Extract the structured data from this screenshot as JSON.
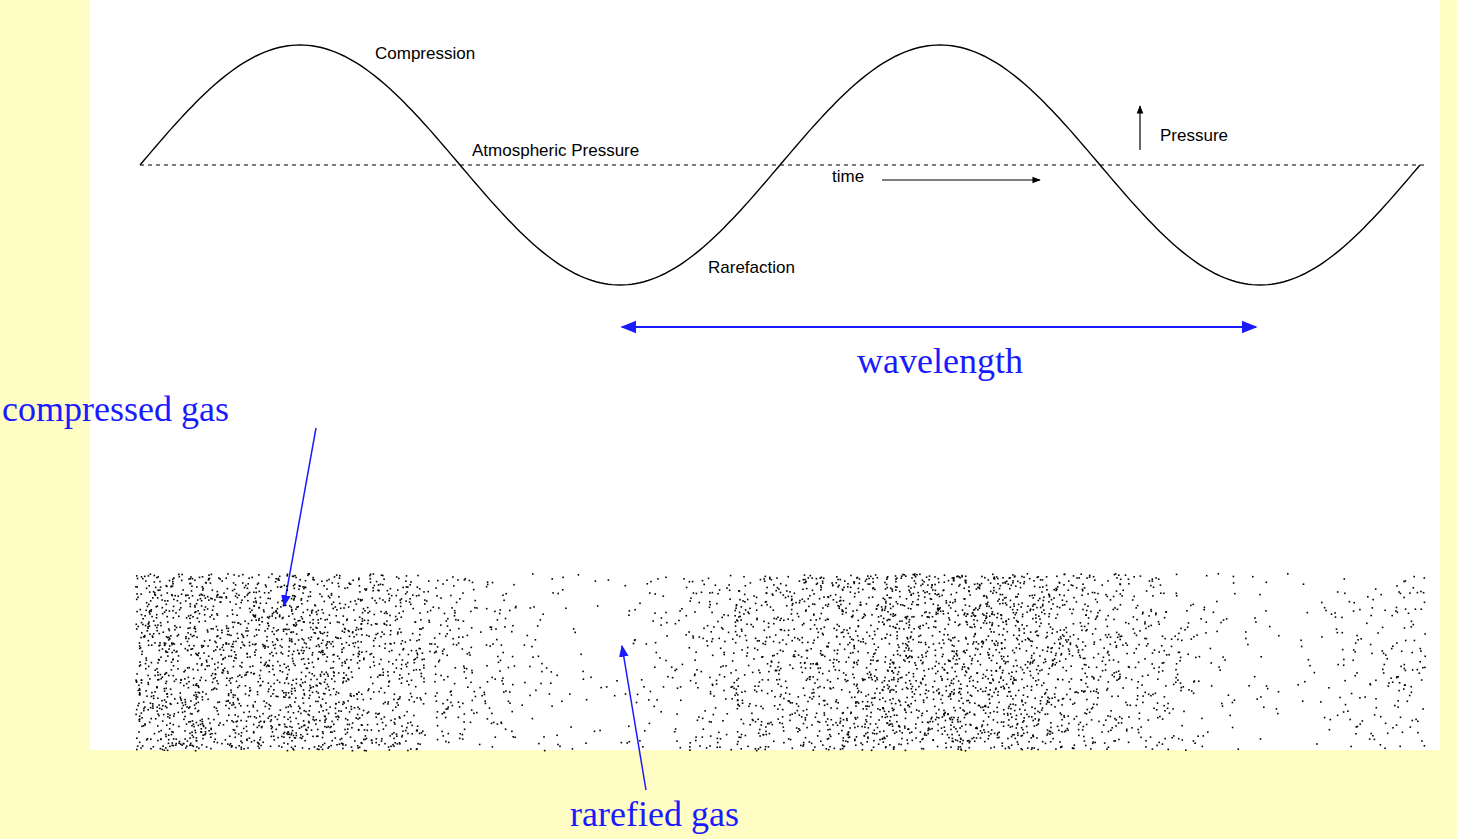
{
  "diagram": {
    "labels": [
      "Compression",
      "Atmospheric Pressure",
      "time",
      "Pressure",
      "Rarefaction",
      "wavelength",
      "compressed gas",
      "rarefied gas"
    ]
  }
}
